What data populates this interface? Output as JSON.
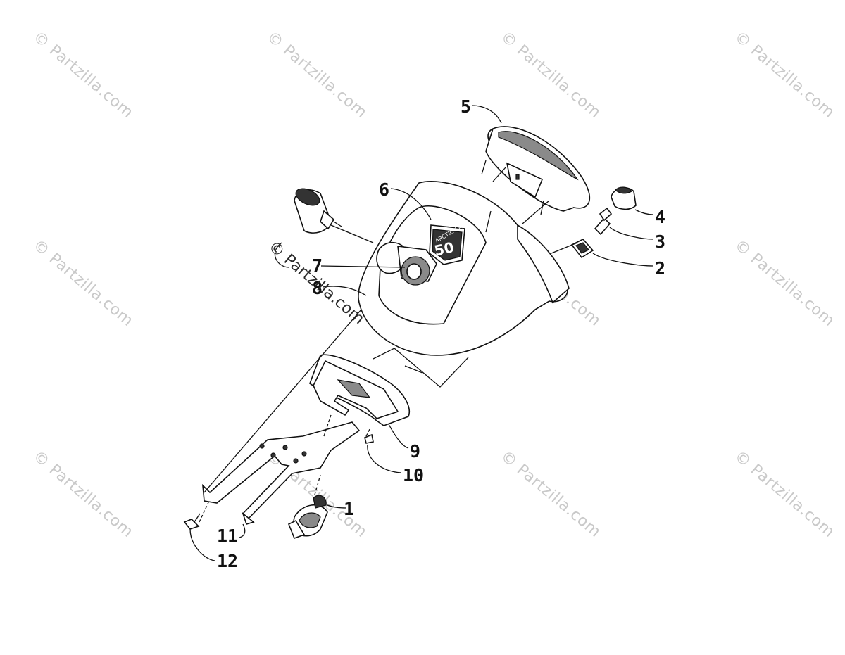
{
  "watermark": {
    "text": "© Partzilla.com",
    "center_text": "© Partzilla.com"
  },
  "badge": {
    "brand": "ARCTIC CAT",
    "number": "50"
  },
  "callouts": [
    {
      "id": "1",
      "label": "1"
    },
    {
      "id": "2",
      "label": "2"
    },
    {
      "id": "3",
      "label": "3"
    },
    {
      "id": "4",
      "label": "4"
    },
    {
      "id": "5",
      "label": "5"
    },
    {
      "id": "6",
      "label": "6"
    },
    {
      "id": "7",
      "label": "7"
    },
    {
      "id": "8",
      "label": "8"
    },
    {
      "id": "9",
      "label": "9"
    },
    {
      "id": "10",
      "label": "10"
    },
    {
      "id": "11",
      "label": "11"
    },
    {
      "id": "12",
      "label": "12"
    }
  ],
  "colors": {
    "line": "#111111",
    "watermark": "#c9c9c9",
    "background": "#ffffff"
  }
}
